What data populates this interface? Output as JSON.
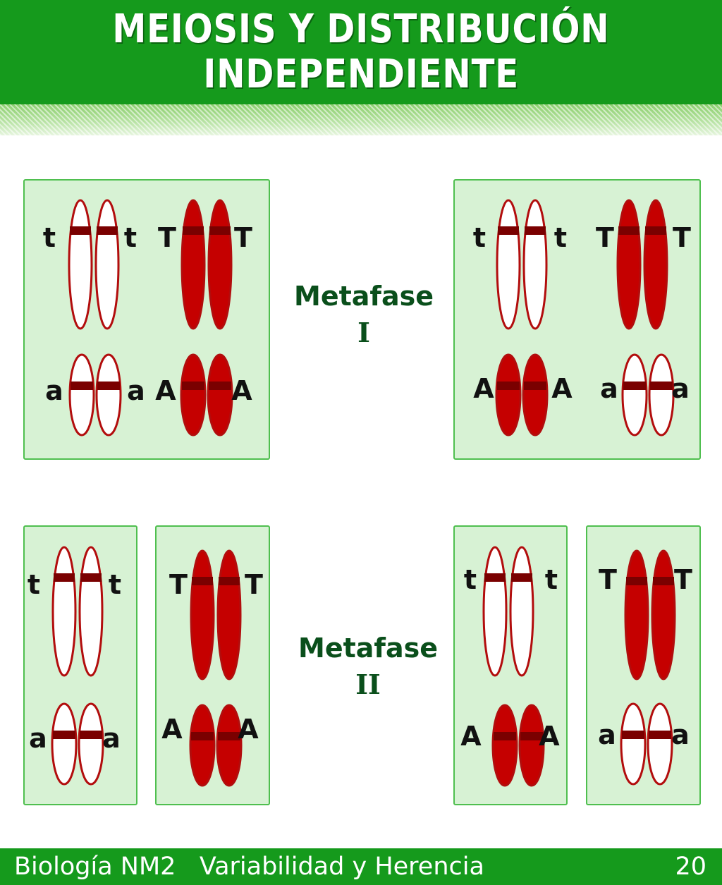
{
  "title": {
    "line1": "MEIOSIS Y DISTRIBUCIÓN",
    "line2": "INDEPENDIENTE"
  },
  "stage1": {
    "name": "Metafase",
    "numeral": "I"
  },
  "stage2": {
    "name": "Metafase",
    "numeral": "II"
  },
  "footer": {
    "course": "Biología NM2",
    "unit": "Variabilidad y Herencia",
    "page": "20"
  },
  "colors": {
    "dominant": "#c50000",
    "recessive": "#ffffff",
    "centromere": "#7a0000",
    "outline": "#b20d0d"
  },
  "cells": [
    {
      "stage": "Metafase I",
      "groups": [
        {
          "type": "recessive",
          "size": "long",
          "left": "t",
          "right": "t"
        },
        {
          "type": "dominant",
          "size": "long",
          "left": "T",
          "right": "T"
        },
        {
          "type": "recessive",
          "size": "short",
          "left": "a",
          "right": "a"
        },
        {
          "type": "dominant",
          "size": "short",
          "left": "A",
          "right": "A"
        }
      ]
    },
    {
      "stage": "Metafase I",
      "groups": [
        {
          "type": "recessive",
          "size": "long",
          "left": "t",
          "right": "t"
        },
        {
          "type": "dominant",
          "size": "long",
          "left": "T",
          "right": "T"
        },
        {
          "type": "dominant",
          "size": "short",
          "left": "A",
          "right": "A"
        },
        {
          "type": "recessive",
          "size": "short",
          "left": "a",
          "right": "a"
        }
      ]
    },
    {
      "stage": "Metafase II",
      "groups": [
        {
          "type": "recessive",
          "size": "long",
          "left": "t",
          "right": "t"
        },
        {
          "type": "recessive",
          "size": "short",
          "left": "a",
          "right": "a"
        }
      ]
    },
    {
      "stage": "Metafase II",
      "groups": [
        {
          "type": "dominant",
          "size": "long",
          "left": "T",
          "right": "T"
        },
        {
          "type": "dominant",
          "size": "short",
          "left": "A",
          "right": "A"
        }
      ]
    },
    {
      "stage": "Metafase II",
      "groups": [
        {
          "type": "recessive",
          "size": "long",
          "left": "t",
          "right": "t"
        },
        {
          "type": "dominant",
          "size": "short",
          "left": "A",
          "right": "A"
        }
      ]
    },
    {
      "stage": "Metafase II",
      "groups": [
        {
          "type": "dominant",
          "size": "long",
          "left": "T",
          "right": "T"
        },
        {
          "type": "recessive",
          "size": "short",
          "left": "a",
          "right": "a"
        }
      ]
    }
  ]
}
